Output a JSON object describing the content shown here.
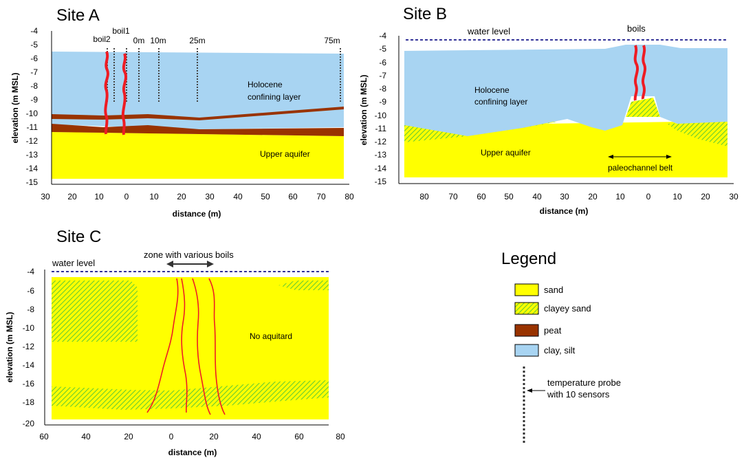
{
  "colors": {
    "sand": "#ffff00",
    "clay_silt": "#a8d4f2",
    "peat": "#993300",
    "clayey_sand_stripe": "#66cc33",
    "boil": "#ee1c24",
    "water_level": "#333399",
    "probe": "#333333"
  },
  "site_a": {
    "title": "Site A",
    "ylabel": "elevation (m MSL)",
    "xlabel": "distance (m)",
    "y_ticks": [
      "-4",
      "-5",
      "-6",
      "-7",
      "-8",
      "-9",
      "-10",
      "-11",
      "-12",
      "-13",
      "-14",
      "-15"
    ],
    "x_ticks": [
      "30",
      "20",
      "10",
      "0",
      "10",
      "20",
      "30",
      "40",
      "50",
      "60",
      "70",
      "80"
    ],
    "probe_labels": [
      "boil2",
      "boil1",
      "0m",
      "10m",
      "25m",
      "75m"
    ],
    "layer_labels": {
      "holocene_line1": "Holocene",
      "holocene_line2": "confining layer",
      "aquifer": "Upper aquifer"
    }
  },
  "site_b": {
    "title": "Site B",
    "ylabel": "elevation (m MSL)",
    "xlabel": "distance (m)",
    "y_ticks": [
      "-4",
      "-5",
      "-6",
      "-7",
      "-8",
      "-9",
      "-10",
      "-11",
      "-12",
      "-13",
      "-14",
      "-15"
    ],
    "x_ticks": [
      "80",
      "70",
      "60",
      "50",
      "40",
      "30",
      "20",
      "10",
      "0",
      "10",
      "20",
      "30"
    ],
    "water_level_label": "water level",
    "boils_label": "boils",
    "layer_labels": {
      "holocene_line1": "Holocene",
      "holocene_line2": "confining layer",
      "aquifer": "Upper aquifer",
      "paleochannel": "paleochannel belt"
    }
  },
  "site_c": {
    "title": "Site C",
    "ylabel": "elevation (m MSL)",
    "xlabel": "distance (m)",
    "y_ticks": [
      "-4",
      "-6",
      "-8",
      "-10",
      "-12",
      "-14",
      "-16",
      "-18",
      "-20"
    ],
    "x_ticks": [
      "60",
      "40",
      "20",
      "0",
      "20",
      "40",
      "60",
      "80"
    ],
    "water_level_label": "water level",
    "zone_label": "zone with various boils",
    "aquitard_label": "No aquitard"
  },
  "legend": {
    "title": "Legend",
    "items": [
      {
        "label": "sand",
        "swatch": "sand"
      },
      {
        "label": "clayey sand",
        "swatch": "clayey_sand"
      },
      {
        "label": "peat",
        "swatch": "peat"
      },
      {
        "label": "clay, silt",
        "swatch": "clay_silt"
      }
    ],
    "probe_line1": "temperature probe",
    "probe_line2": "with 10 sensors"
  }
}
